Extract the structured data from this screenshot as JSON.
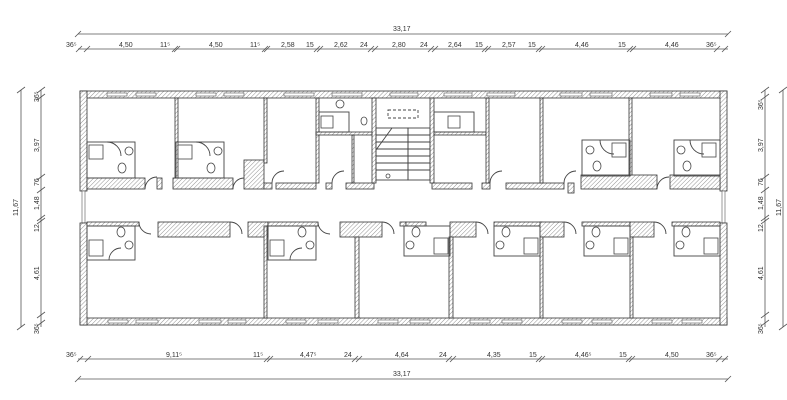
{
  "drawing": {
    "type": "floor-plan",
    "units": "m",
    "overall_width": "33,17",
    "overall_depth": "11,67"
  },
  "dimensions": {
    "top_overall": "33,17",
    "top_chain": [
      "36⁵",
      "4,50",
      "11⁵",
      "4,50",
      "11⁵",
      "2,58",
      "15",
      "2,62",
      "24",
      "2,80",
      "24",
      "2,64",
      "15",
      "2,57",
      "15",
      "4,46",
      "15",
      "4,46",
      "36⁵"
    ],
    "bottom_chain": [
      "36⁵",
      "9,11⁵",
      "11⁵",
      "4,47⁵",
      "24",
      "4,64",
      "24",
      "4,35",
      "15",
      "4,46⁵",
      "15",
      "4,50",
      "36⁵"
    ],
    "bottom_overall": "33,17",
    "left_chain": [
      "36⁵",
      "3,97",
      "76",
      "1,48",
      "12",
      "4,61",
      "36⁵"
    ],
    "left_overall": "11,67",
    "right_chain": [
      "36⁵",
      "3,97",
      "76",
      "1,48",
      "12",
      "4,61",
      "36⁵"
    ],
    "right_overall": "11,67"
  },
  "colors": {
    "line": "#333333",
    "background": "#ffffff"
  }
}
